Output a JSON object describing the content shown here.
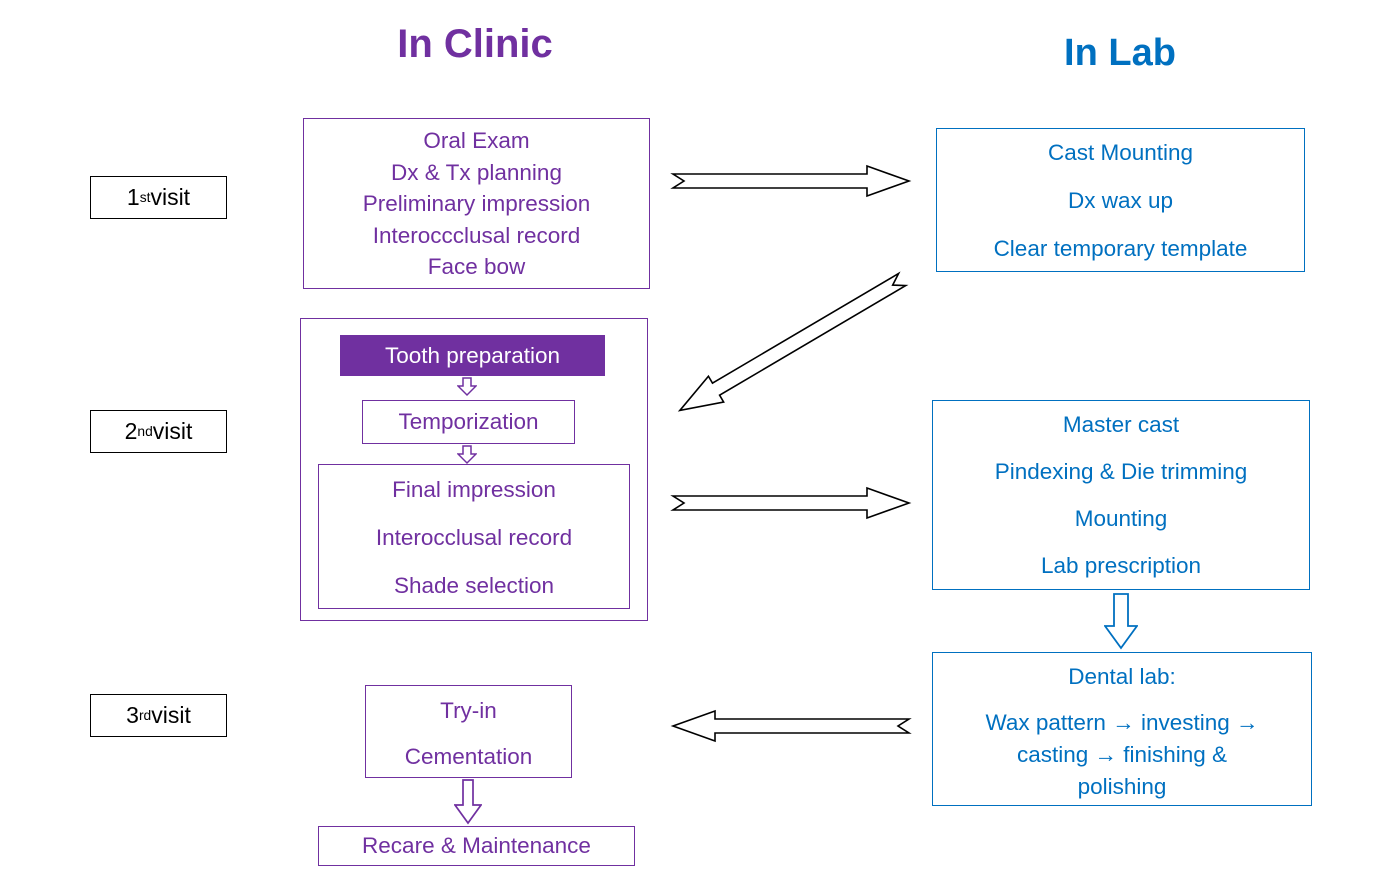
{
  "headers": {
    "clinic": "In Clinic",
    "lab": "In Lab"
  },
  "colors": {
    "clinic_purple": "#7030A0",
    "lab_blue": "#0070C0",
    "outline_black": "#000000"
  },
  "visits": [
    {
      "number": "1",
      "suffix": "st",
      "rest": " visit"
    },
    {
      "number": "2",
      "suffix": "nd",
      "rest": " visit"
    },
    {
      "number": "3",
      "suffix": "rd",
      "rest": " visit"
    }
  ],
  "clinic": {
    "visit1_steps": [
      "Oral Exam",
      "Dx & Tx planning",
      "Preliminary impression",
      "Interoccclusal record",
      "Face bow"
    ],
    "visit2": {
      "tooth_preparation": "Tooth preparation",
      "temporization": "Temporization",
      "final_steps": [
        "Final impression",
        "Interocclusal record",
        "Shade selection"
      ]
    },
    "visit3_steps": [
      "Try-in",
      "Cementation"
    ],
    "recare": "Recare & Maintenance"
  },
  "lab": {
    "visit1_steps": [
      "Cast Mounting",
      "Dx wax up",
      "Clear temporary template"
    ],
    "visit2_steps": [
      "Master cast",
      "Pindexing & Die trimming",
      "Mounting",
      "Lab prescription"
    ],
    "dental_lab": {
      "title": "Dental lab:",
      "process": "Wax pattern → investing → casting → finishing & polishing"
    }
  }
}
